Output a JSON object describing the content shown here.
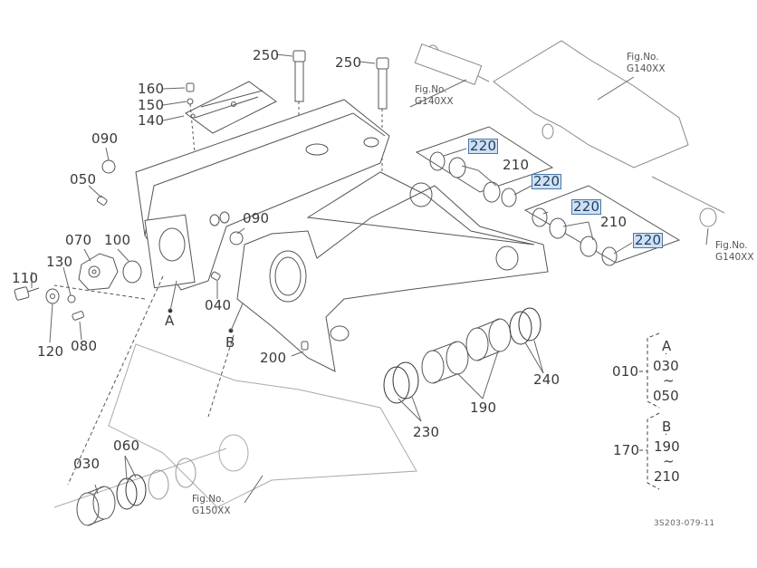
{
  "diagram": {
    "type": "exploded parts diagram",
    "drawing_code": "3S203-079-11",
    "callouts": {
      "c160": "160",
      "c150": "150",
      "c140": "140",
      "c090a": "090",
      "c090b": "090",
      "c050": "050",
      "c070": "070",
      "c100": "100",
      "c130": "130",
      "c110": "110",
      "c120": "120",
      "c080": "080",
      "c040": "040",
      "cA": "A",
      "cB": "B",
      "c200": "200",
      "c250a": "250",
      "c250b": "250",
      "c220a": "220",
      "c220b": "220",
      "c220c": "220",
      "c220d": "220",
      "c210a": "210",
      "c210b": "210",
      "c230": "230",
      "c190": "190",
      "c240": "240",
      "c030": "030",
      "c060": "060"
    },
    "highlighted_part": "220",
    "highlight_color": "#cfe0f2",
    "highlight_border": "#4a78a8",
    "figure_refs": [
      {
        "label": "Fig.No.",
        "code": "G140XX"
      },
      {
        "label": "Fig.No.",
        "code": "G140XX"
      },
      {
        "label": "Fig.No.",
        "code": "G140XX"
      },
      {
        "label": "Fig.No.",
        "code": "G150XX"
      }
    ],
    "assemblies": [
      {
        "part": "010",
        "group": "A",
        "from": "030",
        "to": "050"
      },
      {
        "part": "170",
        "group": "B",
        "from": "190",
        "to": "210"
      }
    ],
    "range_symbol": "~",
    "dot_symbol": "·"
  }
}
